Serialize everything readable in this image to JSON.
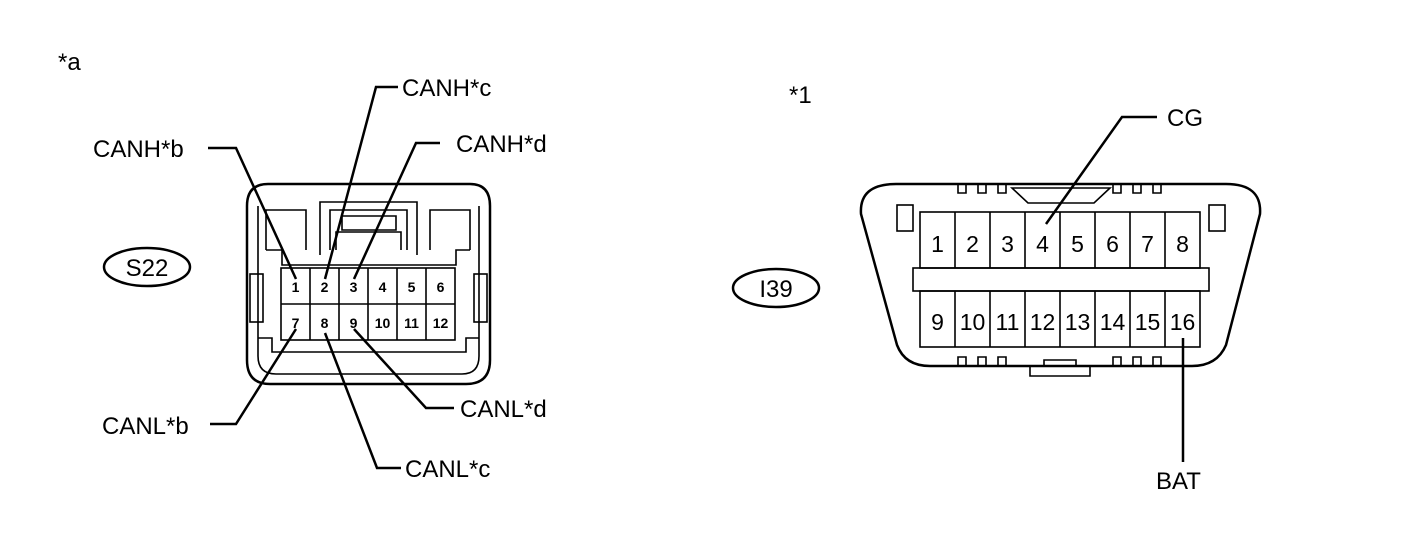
{
  "left": {
    "marker": "*a",
    "connector_id": "S22",
    "pins_top": [
      "1",
      "2",
      "3",
      "4",
      "5",
      "6"
    ],
    "pins_bottom": [
      "7",
      "8",
      "9",
      "10",
      "11",
      "12"
    ],
    "callouts": {
      "canh_b": "CANH*b",
      "canh_c": "CANH*c",
      "canh_d": "CANH*d",
      "canl_b": "CANL*b",
      "canl_c": "CANL*c",
      "canl_d": "CANL*d"
    }
  },
  "right": {
    "marker": "*1",
    "connector_id": "I39",
    "pins_top": [
      "1",
      "2",
      "3",
      "4",
      "5",
      "6",
      "7",
      "8"
    ],
    "pins_bottom": [
      "9",
      "10",
      "11",
      "12",
      "13",
      "14",
      "15",
      "16"
    ],
    "callouts": {
      "cg": "CG",
      "bat": "BAT"
    }
  }
}
